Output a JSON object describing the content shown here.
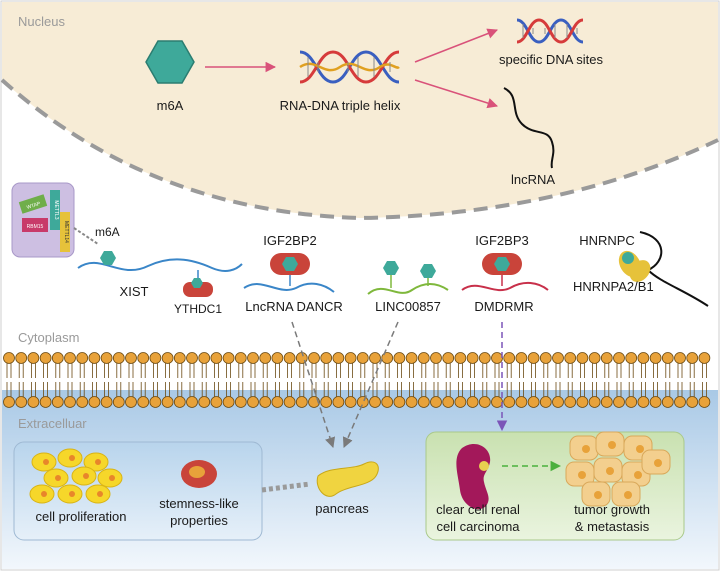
{
  "regions": {
    "nucleus": "Nucleus",
    "cytoplasm": "Cytoplasm",
    "extracellular": "Extracelluar"
  },
  "nucleus": {
    "m6a": "m6A",
    "triple_helix": "RNA-DNA triple helix",
    "dna_sites": "specific DNA sites",
    "lncrna": "lncRNA"
  },
  "cytoplasm": {
    "complex_labels": [
      "WTAP",
      "RBM15",
      "METTL3",
      "METTL14"
    ],
    "m6a": "m6A",
    "xist": "XIST",
    "ythdc1": "YTHDC1",
    "igf2bp2": "IGF2BP2",
    "dancr": "LncRNA DANCR",
    "linc00857": "LINC00857",
    "igf2bp3": "IGF2BP3",
    "dmdrmr": "DMDRMR",
    "hnrnpc": "HNRNPC",
    "hnrnpa2b1": "HNRNPA2/B1"
  },
  "extracellular": {
    "cell_proliferation": "cell proliferation",
    "stemness_line1": "stemness-like",
    "stemness_line2": "properties",
    "pancreas": "pancreas",
    "ccrcc_line1": "clear cell renal",
    "ccrcc_line2": "cell carcinoma",
    "tumor_line1": "tumor growth",
    "tumor_line2": "& metastasis"
  },
  "colors": {
    "nucleus_fill": "#f7ecd6",
    "teal": "#3ea99a",
    "red_protein": "#c9443a",
    "pink_arrow": "#d9527a",
    "purple_arrow": "#7b55b8",
    "green_arrow": "#4ab03d",
    "membrane_head": "#e8a23a",
    "extracellular_blue": "#d5e6f4",
    "green_box": "#dcecc9"
  }
}
